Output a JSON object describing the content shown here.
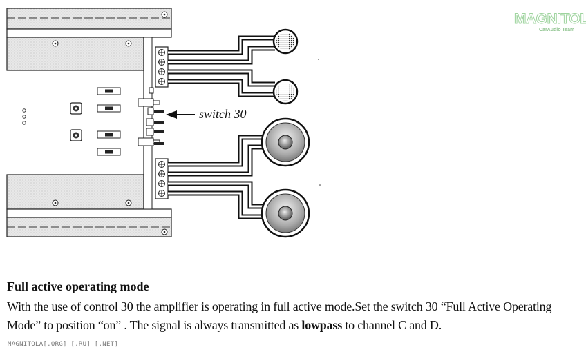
{
  "watermark": {
    "logo_text": "MAGNITOLA",
    "logo_subtext": "CarAudio Team",
    "footer": "MAGNITOLA[.ORG] [.RU] [.NET]"
  },
  "diagram": {
    "switch_label": "switch 30"
  },
  "section": {
    "title": "Full active operating mode",
    "body_part1": "With the use of control 30 the amplifier is operating in full active mode.Set the switch 30 “Full Active Operating Mode” to position “on” . The signal is always transmitted as ",
    "body_bold": "lowpass",
    "body_part2": " to channel C and D."
  }
}
